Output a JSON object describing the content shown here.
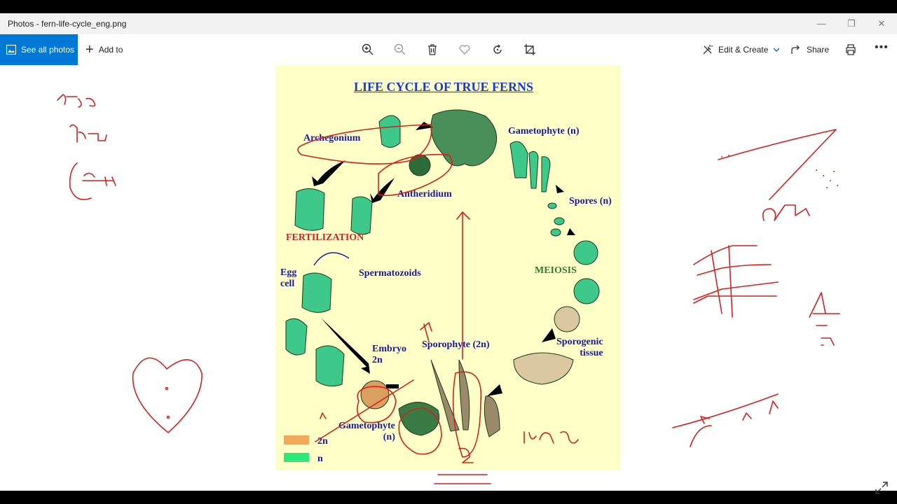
{
  "window": {
    "title": "Photos - fern-life-cycle_eng.png"
  },
  "window_controls": [
    "minimize-icon",
    "restore-icon",
    "close-icon"
  ],
  "toolbar": {
    "see_all_photos": "See all photos",
    "add_to": "Add to",
    "edit_create": "Edit & Create",
    "share": "Share",
    "icons": [
      "zoom-in-icon",
      "zoom-out-icon",
      "delete-icon",
      "favorite-icon",
      "rotate-icon",
      "crop-icon",
      "print-icon",
      "more-icon"
    ]
  },
  "photo": {
    "title": "LIFE CYCLE OF TRUE FERNS",
    "labels": {
      "archegonium": "Archegonium",
      "gametophyte_top": "Gametophyte (n)",
      "antheridium": "Antheridium",
      "spores": "Spores (n)",
      "fertilization": "FERTILIZATION",
      "meiosis": "MEIOSIS",
      "egg_cell": "Egg\ncell",
      "spermatozoids": "Spermatozoids",
      "embryo": "Embryo\n2n",
      "sporophyte": "Sporophyte (2n)",
      "sporogenic": "Sporogenic\ntissue",
      "gametophyte_bottom": "Gametophyte\n(n)"
    },
    "legend": [
      {
        "label": "2n",
        "color": "#f0a95a"
      },
      {
        "label": "n",
        "color": "#2ee87a"
      }
    ]
  },
  "colors": {
    "accent": "#0078d7",
    "ink": "#d42020"
  }
}
